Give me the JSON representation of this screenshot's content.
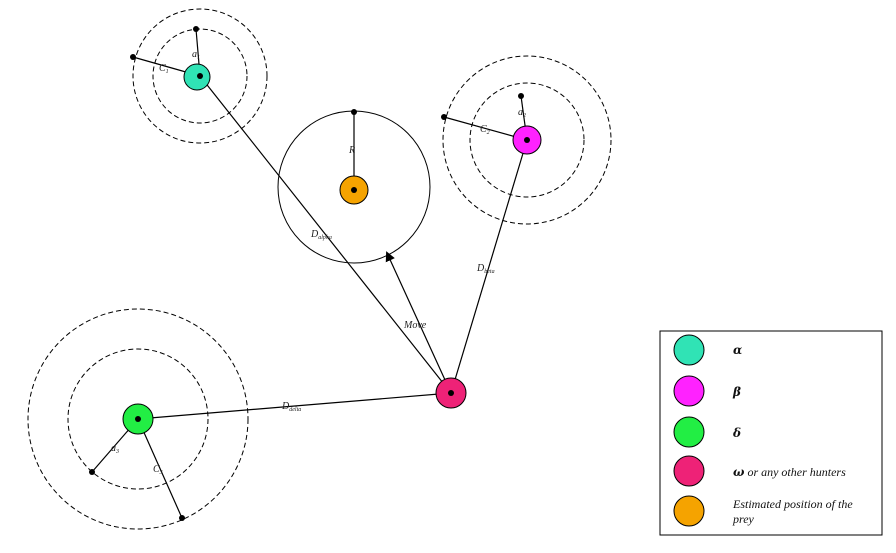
{
  "colors": {
    "alpha": "#30e3b5",
    "beta": "#ff22ff",
    "delta": "#22ee44",
    "omega": "#ee2277",
    "prey": "#f5a300"
  },
  "labels": {
    "a1": "a",
    "a1_sub": "1",
    "c1": "C",
    "c1_sub": "1",
    "a2": "a",
    "a2_sub": "2",
    "c2": "C",
    "c2_sub": "2",
    "a3": "a",
    "a3_sub": "3",
    "c3": "C",
    "c3_sub": "3",
    "r": "R",
    "d_alpha": "D",
    "d_alpha_sub": "alpha",
    "d_beta": "D",
    "d_beta_sub": "beta",
    "d_delta": "D",
    "d_delta_sub": "delta",
    "move": "Move"
  },
  "legend": {
    "alpha": "α",
    "beta": "β",
    "delta": "δ",
    "omega_symbol": "ω",
    "omega_rest": " or any other hunters",
    "prey_line1": "Estimated position of the",
    "prey_line2": "prey"
  }
}
